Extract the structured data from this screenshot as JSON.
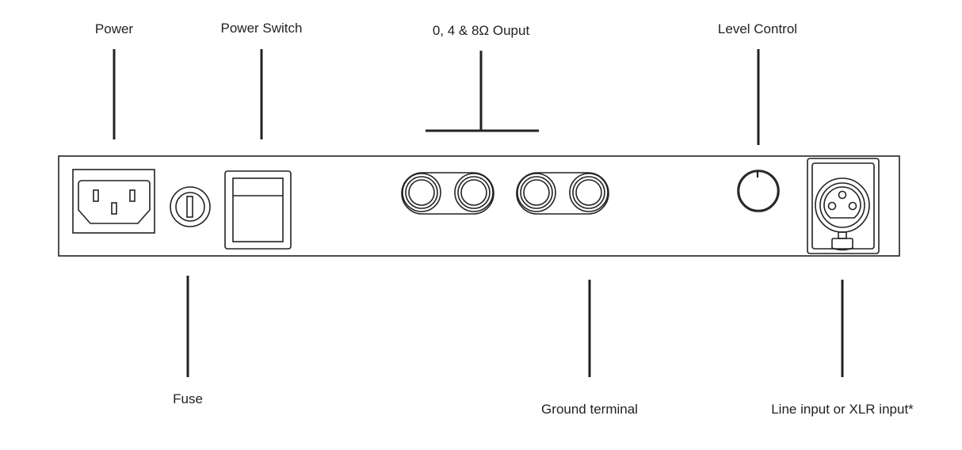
{
  "diagram": {
    "labels": {
      "power": "Power",
      "power_switch": "Power Switch",
      "output": "0, 4 & 8Ω Ouput",
      "level_control": "Level Control",
      "fuse": "Fuse",
      "ground_terminal": "Ground terminal",
      "line_xlr_input": "Line input or XLR input*"
    },
    "components": [
      "iec-power-inlet",
      "fuse-holder",
      "rocker-power-switch",
      "speaker-output-terminals",
      "level-control-knob",
      "xlr-input"
    ],
    "line_color": "#222222"
  }
}
